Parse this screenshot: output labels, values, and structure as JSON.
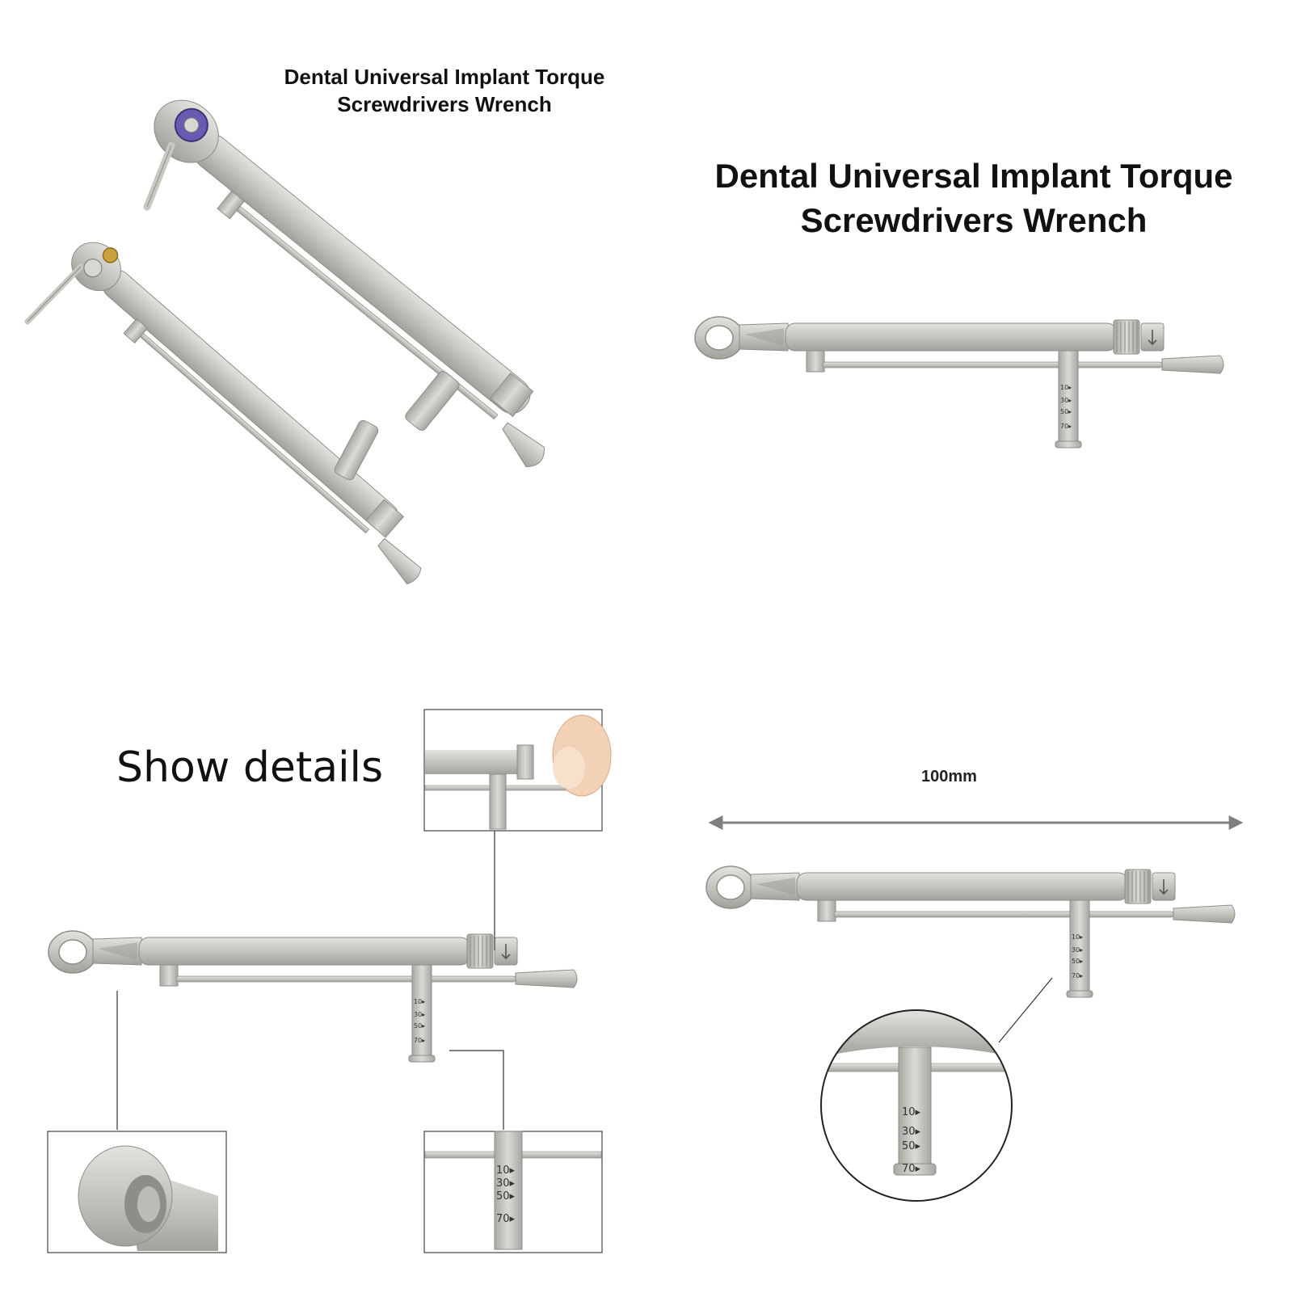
{
  "product": {
    "title_small_line1": "Dental Universal Implant Torque",
    "title_small_line2": "Screwdrivers Wrench",
    "title_large_line1": "Dental Universal Implant Torque",
    "title_large_line2": "Screwdrivers Wrench"
  },
  "details": {
    "label": "Show details"
  },
  "dimension": {
    "label": "100mm"
  },
  "scale_marks": [
    "10",
    "30",
    "50",
    "70"
  ],
  "colors": {
    "steel": "#c9c7c2",
    "steel_dark": "#9d9b96",
    "purple_cap": "#6a5bb0",
    "gold_cap": "#c8a23a",
    "arrow": "#808080"
  }
}
